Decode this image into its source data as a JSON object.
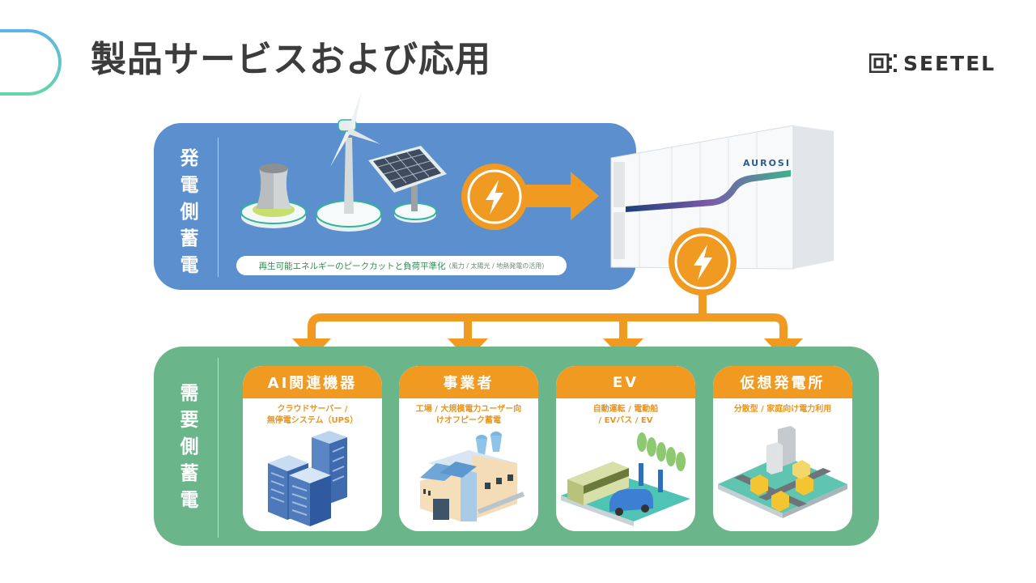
{
  "header": {
    "title": "製品サービスおよび応用",
    "logo_text": "SEETEL"
  },
  "supply_side": {
    "label": [
      "発",
      "電",
      "側",
      "蓄",
      "電"
    ],
    "caption_main": "再生可能エネルギーのピークカットと負荷平準化",
    "caption_sub": "(風力 / 太陽光 / 地熱発電の活用)",
    "sources": [
      "cooling-tower",
      "wind-turbine",
      "solar-panel"
    ]
  },
  "storage_unit": {
    "brand": "AUROSI"
  },
  "demand_side": {
    "label": [
      "需",
      "要",
      "側",
      "蓄",
      "電"
    ],
    "cards": [
      {
        "title": "AI関連機器",
        "desc_line1": "クラウドサーバー /",
        "desc_line2": "無停電システム（UPS）",
        "illustration": "server-racks"
      },
      {
        "title": "事業者",
        "desc_line1": "工場 / 大規模電力ユーザー向",
        "desc_line2": "けオフピーク蓄電",
        "illustration": "factory"
      },
      {
        "title": "EV",
        "desc_line1": "自動運転 / 電動船",
        "desc_line2": "/ EVバス / EV",
        "illustration": "ev-charging"
      },
      {
        "title": "仮想発電所",
        "desc_line1": "分散型 / 家庭向け電力利用",
        "desc_line2": "",
        "illustration": "smart-city"
      }
    ]
  },
  "colors": {
    "supply_panel": "#5b8fce",
    "demand_panel": "#6bb58a",
    "accent_orange": "#f19a21",
    "title_text": "#3c3c3c"
  }
}
